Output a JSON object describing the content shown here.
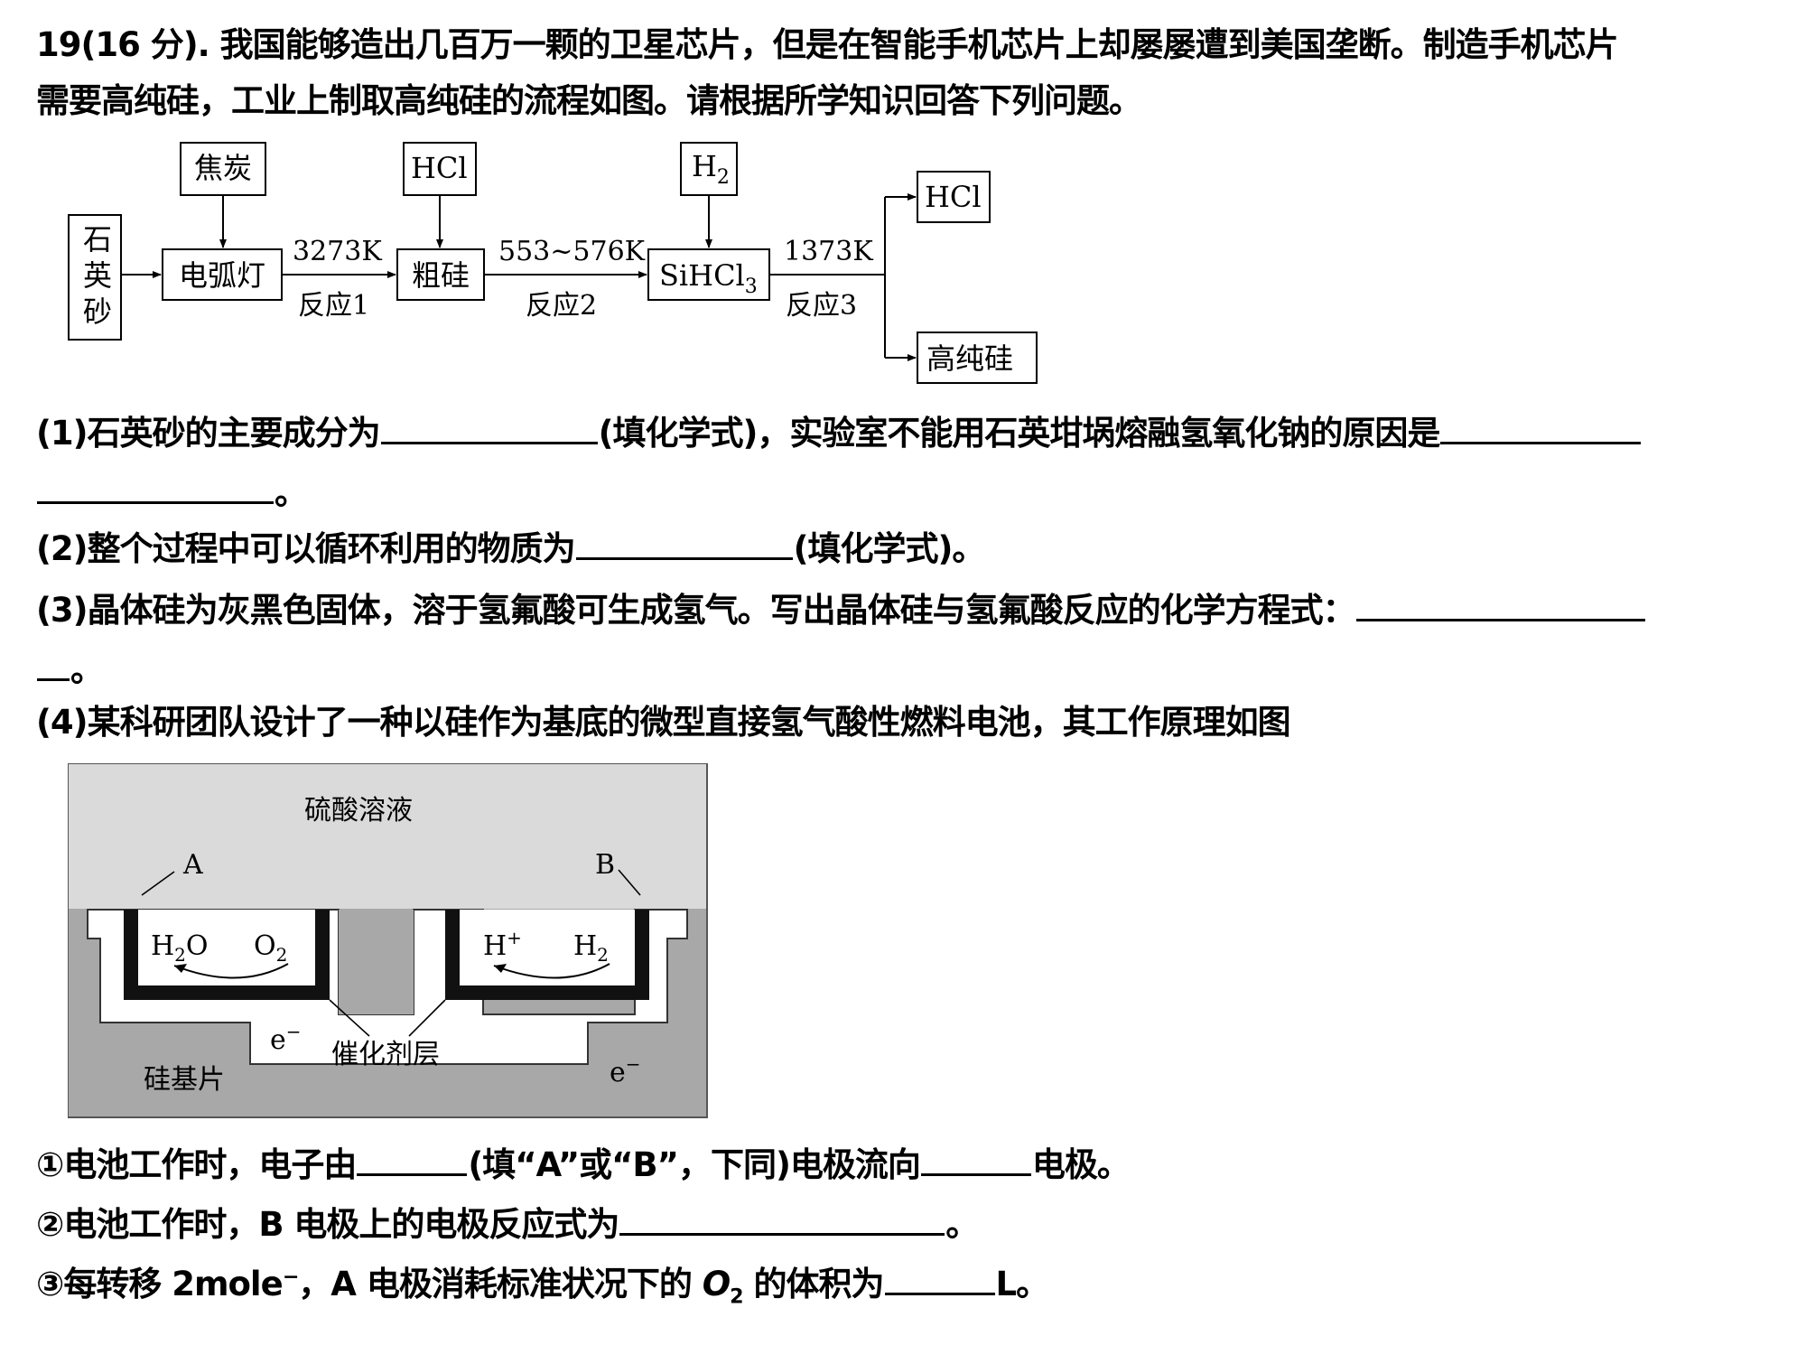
{
  "q19": {
    "stem_line1": "19(16 分). 我国能够造出几百万一颗的卫星芯片，但是在智能手机芯片上却屡屡遭到美国垄断。制造手机芯片",
    "stem_line2": "需要高纯硅，工业上制取高纯硅的流程如图。请根据所学知识回答下列问题。",
    "q1_a": "(1)石英砂的主要成分为",
    "q1_b": "(填化学式)，实验室不能用石英坩埚熔融氢氧化钠的原因是",
    "q1_end": "。",
    "q2_a": "(2)整个过程中可以循环利用的物质为",
    "q2_b": "(填化学式)。",
    "q3_a": "(3)晶体硅为灰黑色固体，溶于氢氟酸可生成氢气。写出晶体硅与氢氟酸反应的化学方程式：",
    "q3_end": "。",
    "q4_stem": "(4)某科研团队设计了一种以硅作为基底的微型直接氢气酸性燃料电池，其工作原理如图",
    "sub1_a": "①电池工作时，电子由",
    "sub1_b": "(填“A”或“B”，下同)电极流向",
    "sub1_c": "电极。",
    "sub2_a": "②电池工作时，B 电极上的电极反应式为",
    "sub2_b": "。",
    "sub3_a": "③每转移 2mole",
    "sub3_sup": "−",
    "sub3_b": "，A 电极消耗标准状况下的 ",
    "sub3_o": "O",
    "sub3_osub": "2",
    "sub3_c": " 的体积为",
    "sub3_d": "L。"
  },
  "flow": {
    "quartz": [
      "石",
      "英",
      "砂"
    ],
    "arc": "电弧灯",
    "coke": "焦炭",
    "crude": "粗硅",
    "hcl_in": "HCl",
    "sihcl3_a": "SiHCl",
    "sihcl3_sub": "3",
    "h2_in_a": "H",
    "h2_in_sub": "2",
    "hcl_out": "HCl",
    "pure_si": "高纯硅",
    "r1_temp": "3273K",
    "r1_label": "反应1",
    "r2_temp": "553~576K",
    "r2_label": "反应2",
    "r3_temp": "1373K",
    "r3_label": "反应3"
  },
  "cell": {
    "solution": "硫酸溶液",
    "a": "A",
    "b": "B",
    "h2o_a": "H",
    "h2o_sub": "2",
    "h2o_b": "O",
    "o2_a": "O",
    "o2_sub": "2",
    "hplus_a": "H",
    "hplus_sup": "+",
    "h2_a": "H",
    "h2_sub": "2",
    "e_left": "e",
    "e_left_sup": "−",
    "e_right": "e",
    "e_right_sup": "−",
    "catalyst": "催化剂层",
    "substrate": "硅基片"
  }
}
